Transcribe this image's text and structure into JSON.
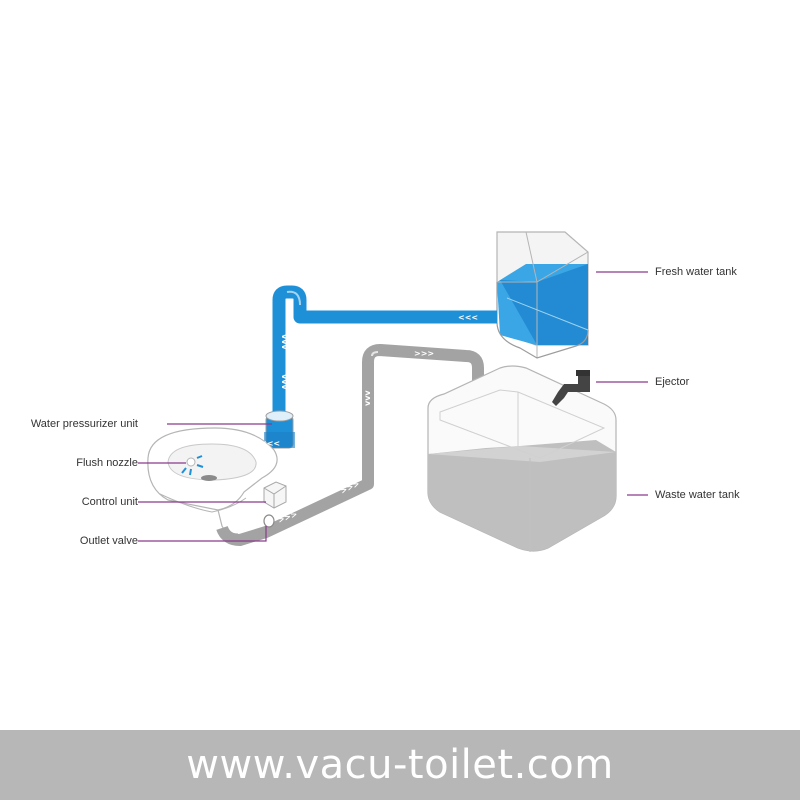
{
  "labels": {
    "water_pressurizer_unit": "Water pressurizer unit",
    "flush_nozzle": "Flush nozzle",
    "control_unit": "Control unit",
    "outlet_valve": "Outlet valve",
    "fresh_water_tank": "Fresh water tank",
    "ejector": "Ejector",
    "waste_water_tank": "Waste water tank"
  },
  "flow_arrows": {
    "left": "<<<",
    "right": ">>>",
    "down": "vvv"
  },
  "footer": {
    "url": "www.vacu-toilet.com"
  },
  "colors": {
    "fresh_water": "#1e90d8",
    "waste_pipe": "#a3a3a3",
    "leader_line": "#8b3a8b",
    "footer_bg": "#b7b7b7"
  }
}
